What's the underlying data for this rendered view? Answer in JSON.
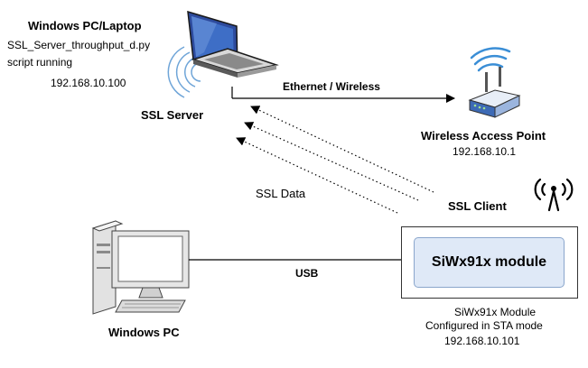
{
  "laptop": {
    "title": "Windows PC/Laptop",
    "script_line1": "SSL_Server_throughput_d.py",
    "script_line2": "script running",
    "ip": "192.168.10.100",
    "role": "SSL Server"
  },
  "link_ethernet": "Ethernet / Wireless",
  "access_point": {
    "title": "Wireless Access Point",
    "ip": "192.168.10.1"
  },
  "ssl_data_label": "SSL Data",
  "ssl_client_label": "SSL Client",
  "module": {
    "name": "SiWx91x module",
    "caption_line1": "SiWx91x Module",
    "caption_line2": "Configured in STA mode",
    "ip": "192.168.10.101"
  },
  "usb_label": "USB",
  "windows_pc_label": "Windows PC"
}
